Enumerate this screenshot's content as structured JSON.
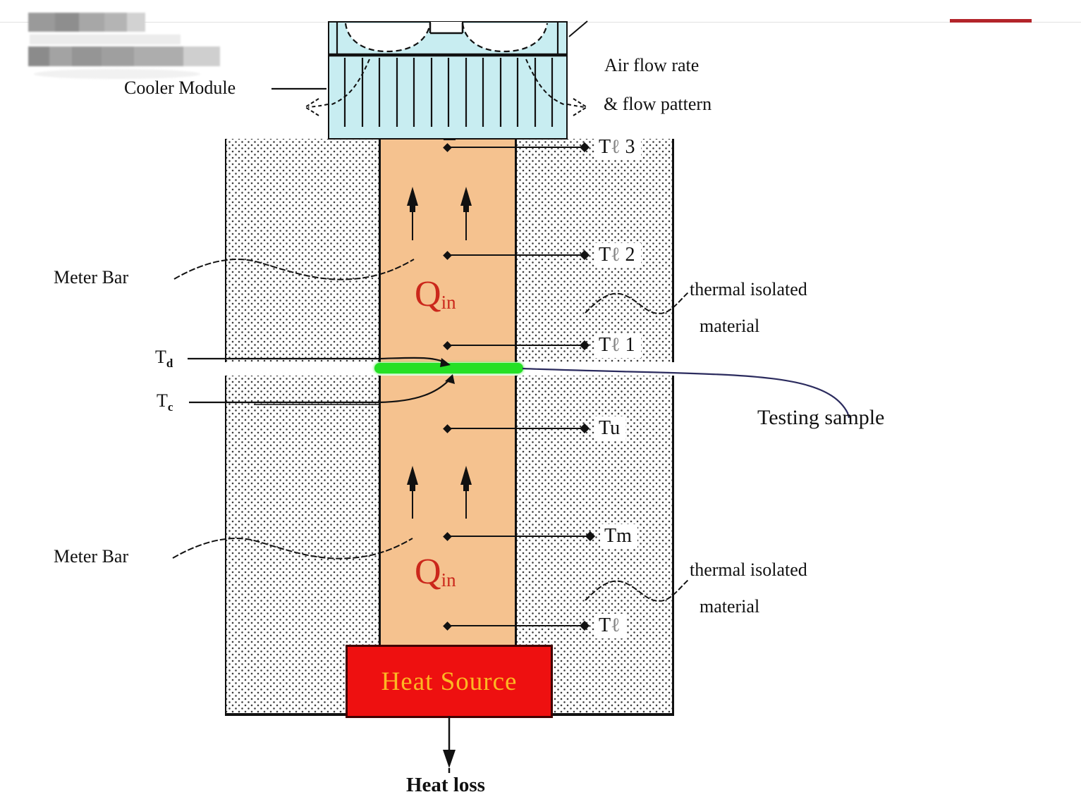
{
  "diagram_title_context": "thermal conductivity meter-bar apparatus schematic",
  "labels": {
    "cooler_module": "Cooler Module",
    "air_flow_rate": "Air flow rate",
    "flow_pattern": "& flow pattern",
    "meter_bar_upper": "Meter Bar",
    "meter_bar_lower": "Meter Bar",
    "thermal_isolated_upper_line1": "thermal isolated",
    "thermal_isolated_upper_line2": "material",
    "thermal_isolated_lower_line1": "thermal isolated",
    "thermal_isolated_lower_line2": "material",
    "testing_sample": "Testing sample",
    "heat_source": "Heat Source",
    "heat_loss": "Heat loss",
    "td_base": "T",
    "td_sub": "d",
    "tc_base": "T",
    "tc_sub": "c",
    "qin_base": "Q",
    "qin_sub": "in"
  },
  "sensors": [
    {
      "name": "Tl3",
      "prefix": "T",
      "script": "ℓ",
      "suffix": " 3"
    },
    {
      "name": "Tl2",
      "prefix": "T",
      "script": "ℓ",
      "suffix": " 2"
    },
    {
      "name": "Tl1",
      "prefix": "T",
      "script": "ℓ",
      "suffix": " 1"
    },
    {
      "name": "Tu",
      "prefix": "T",
      "script": "",
      "suffix": "u"
    },
    {
      "name": "Tm",
      "prefix": "T",
      "script": "",
      "suffix": "m"
    },
    {
      "name": "Tl",
      "prefix": "T",
      "script": "ℓ",
      "suffix": ""
    }
  ],
  "colors": {
    "cooler_fill": "#c8edf1",
    "meter_bar_fill": "#f5c28f",
    "sample_green": "#25e025",
    "heat_source_red": "#ee1010",
    "heat_source_text": "#fcb823",
    "qin_red": "#cb271b",
    "accent_line_red": "#b3242a",
    "testing_pointer_blue": "#2b2b5e",
    "insulation_dots": "#3c3c3c"
  }
}
